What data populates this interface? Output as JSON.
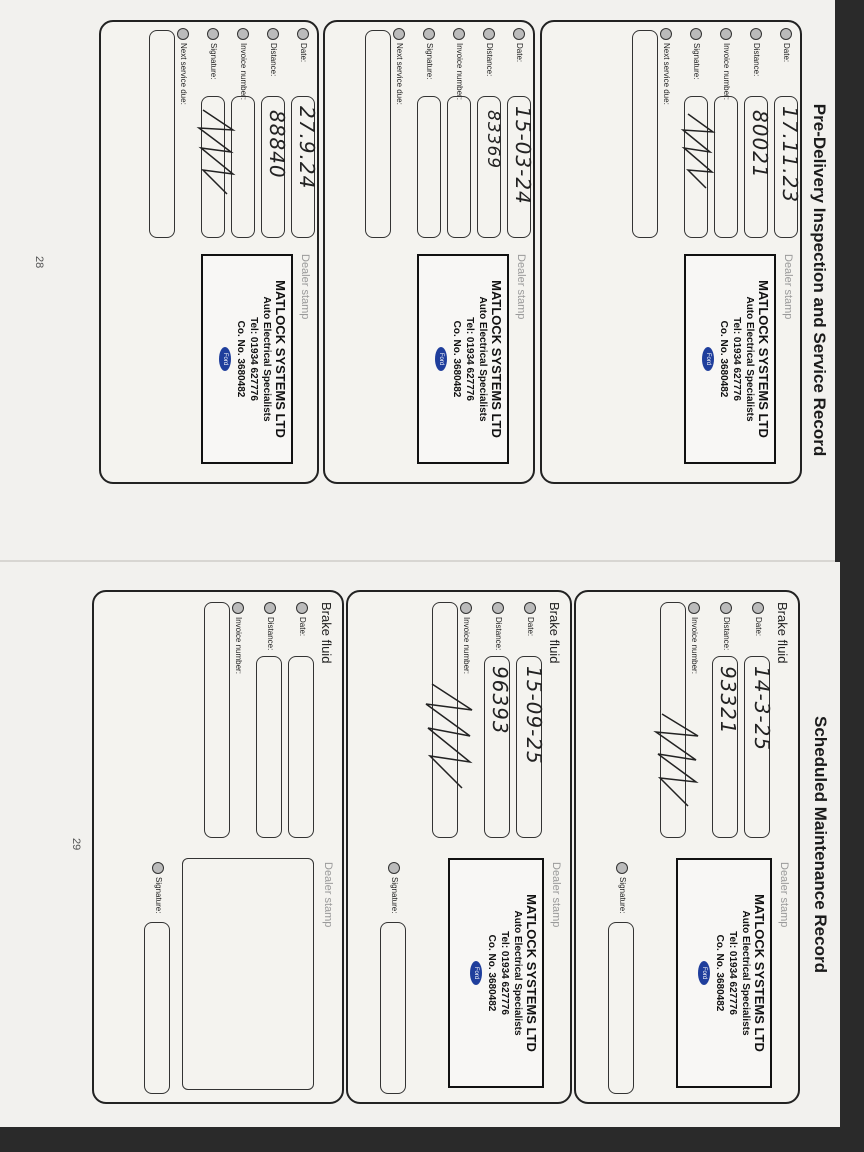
{
  "left_page": {
    "title": "Pre-Delivery Inspection and Service Record",
    "page_number": "28",
    "labels": {
      "date": "Date:",
      "distance": "Distance:",
      "invoice": "Invoice number:",
      "signature": "Signature:",
      "next_service": "Next service due:",
      "dealer_stamp": "Dealer stamp"
    },
    "records": [
      {
        "date": "17.11.23",
        "distance": "80021"
      },
      {
        "date": "15-03-24",
        "distance": "83369"
      },
      {
        "date": "27.9.24",
        "distance": "88840"
      }
    ]
  },
  "right_page": {
    "title": "Scheduled Maintenance Record",
    "page_number": "29",
    "section": "Brake fluid",
    "labels": {
      "date": "Date:",
      "distance": "Distance:",
      "invoice": "Invoice number:",
      "signature": "Signature:",
      "dealer_stamp": "Dealer stamp"
    },
    "records": [
      {
        "date": "14-3-25",
        "distance": "93321"
      },
      {
        "date": "15-09-25",
        "distance": "96393"
      },
      {
        "date": "",
        "distance": ""
      }
    ]
  },
  "stamp": {
    "company": "MATLOCK SYSTEMS LTD",
    "line1": "Auto Electrical Specialists",
    "line2": "Tel: 01934 627776",
    "line3": "Co. No. 3680482",
    "logo": "Ford"
  }
}
